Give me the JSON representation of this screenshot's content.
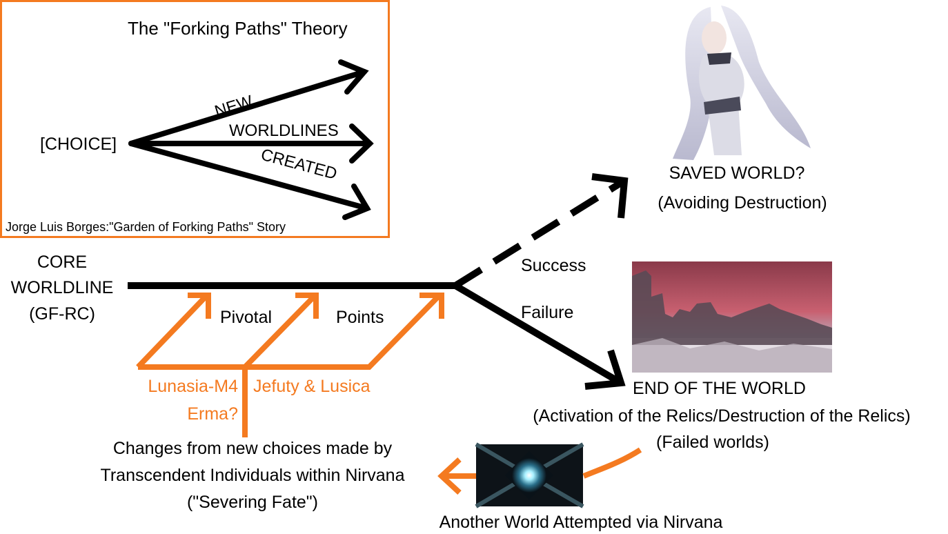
{
  "colors": {
    "accent": "#f47a20",
    "ink": "#000000",
    "background": "#ffffff"
  },
  "inset": {
    "title": "The \"Forking Paths\" Theory",
    "choice_label": "[CHOICE]",
    "branch_labels": [
      "NEW",
      "WORLDLINES",
      "CREATED"
    ],
    "caption": "Jorge Luis Borges:\"Garden of Forking Paths\" Story"
  },
  "core": {
    "lines": [
      "CORE",
      "WORLDLINE",
      "(GF-RC)"
    ]
  },
  "pivotal": {
    "words": [
      "Pivotal",
      "Points"
    ]
  },
  "branches": {
    "success_label": "Success",
    "failure_label": "Failure"
  },
  "saved_world": {
    "title": "SAVED WORLD?",
    "subtitle": "(Avoiding Destruction)"
  },
  "end_world": {
    "title": "END OF THE WORLD",
    "subtitle": "(Activation of the Relics/Destruction of the Relics)",
    "note": "(Failed worlds)"
  },
  "individuals": {
    "left_top": "Lunasia-M4",
    "left_bottom": "Erma?",
    "right": "Jefuty & Lusica"
  },
  "changes": {
    "lines": [
      "Changes from new choices made by",
      "Transcendent Individuals within Nirvana",
      "(\"Severing Fate\")"
    ]
  },
  "nirvana": {
    "caption": "Another World Attempted via Nirvana"
  },
  "images": {
    "girl": "silver-haired-girl-illustration",
    "ruins": "ruined-city-red-sky-illustration",
    "portal": "glowing-crystal-portal-illustration"
  }
}
